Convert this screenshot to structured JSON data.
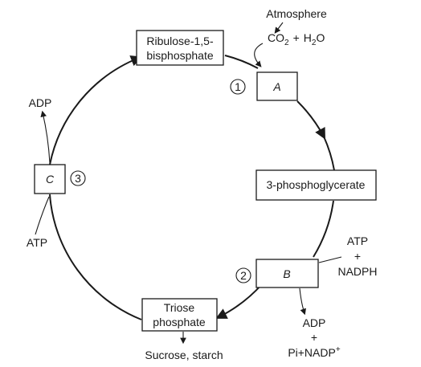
{
  "diagram": {
    "boxes": {
      "rubp_line1": "Ribulose-1,5-",
      "rubp_line2": "bisphosphate",
      "enzyme_a": "A",
      "pga": "3-phosphoglycerate",
      "enzyme_b": "B",
      "triose_line1": "Triose",
      "triose_line2": "phosphate",
      "enzyme_c": "C"
    },
    "steps": {
      "one": "1",
      "two": "2",
      "three": "3"
    },
    "inputs": {
      "atmosphere": "Atmosphere",
      "co2_main": "CO",
      "co2_sub": "2",
      "plus": "+",
      "h2o_h": "H",
      "h2o_sub": "2",
      "h2o_o": "O",
      "atp_b": "ATP",
      "plus_b": "+",
      "nadph": "NADPH",
      "atp_c": "ATP"
    },
    "outputs": {
      "adp_b": "ADP",
      "plus_b": "+",
      "pi_nadp": "Pi+NADP",
      "nadp_sup": "+",
      "adp_c": "ADP",
      "sucrose": "Sucrose, starch"
    },
    "colors": {
      "stroke": "#1a1a1a",
      "background": "#ffffff"
    }
  }
}
